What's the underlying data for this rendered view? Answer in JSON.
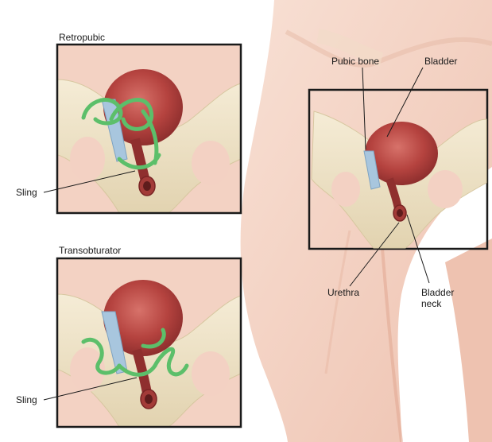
{
  "panels": {
    "retropubic_title": "Retropubic",
    "transobturator_title": "Transobturator"
  },
  "labels": {
    "sling_top": "Sling",
    "sling_bottom": "Sling",
    "pubic_bone": "Pubic bone",
    "bladder": "Bladder",
    "urethra": "Urethra",
    "bladder_neck_line1": "Bladder",
    "bladder_neck_line2": "neck"
  },
  "colors": {
    "skin": "#f4d3c4",
    "skin_dark": "#e7b9a6",
    "bone": "#efe4c8",
    "bladder": "#b5433f",
    "bladder_dark": "#8f2f2e",
    "sling": "#5cbf6a",
    "urethra_tape": "#a8c6de"
  }
}
